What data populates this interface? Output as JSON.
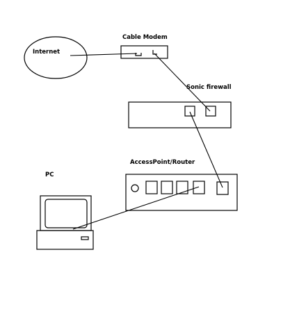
{
  "diagram": {
    "labels": {
      "internet": "Internet",
      "cable_modem": "Cable Modem",
      "sonic_firewall": "Sonic firewall",
      "access_point_router": "AccessPoint/Router",
      "pc": "PC"
    },
    "connections": [
      {
        "from": "internet",
        "to": "cable_modem"
      },
      {
        "from": "cable_modem",
        "to": "sonic_firewall"
      },
      {
        "from": "sonic_firewall",
        "to": "access_point_router"
      },
      {
        "from": "access_point_router",
        "to": "pc"
      }
    ]
  },
  "colors": {
    "background": "#ffffff",
    "stroke": "#000000"
  }
}
